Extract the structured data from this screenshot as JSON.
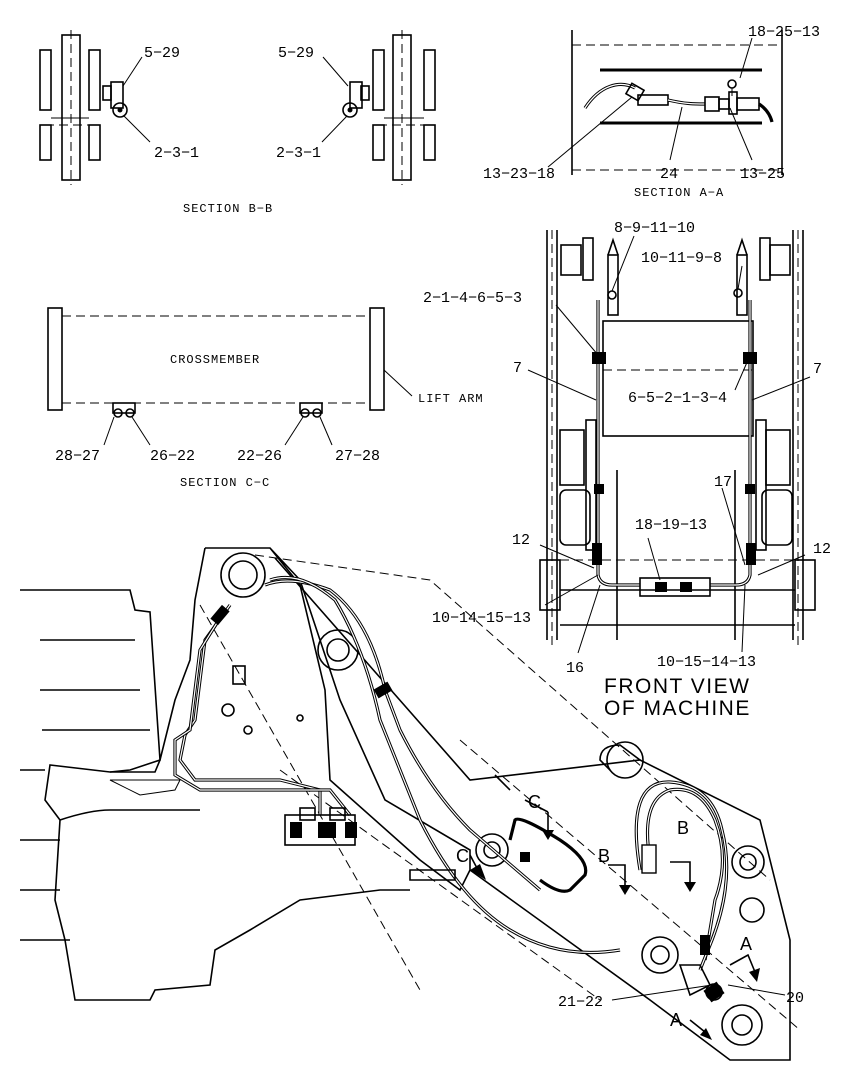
{
  "labels": {
    "bb_left_top": "5−29",
    "bb_left_bottom": "2−3−1",
    "bb_right_top": "5−29",
    "bb_right_bottom": "2−3−1",
    "aa_top_right": "18−25−13",
    "aa_bottom_left": "13−23−18",
    "aa_bottom_mid": "24",
    "aa_bottom_right": "13−25",
    "fv_top1": "8−9−11−10",
    "fv_top2": "10−11−9−8",
    "fv_left_clamp": "2−1−4−6−5−3",
    "fv_right_clamp": "6−5−2−1−3−4",
    "fv_left_7": "7",
    "fv_right_7": "7",
    "fv_17": "17",
    "fv_18_19_13": "18−19−13",
    "fv_left_12": "12",
    "fv_right_12": "12",
    "fv_left_fitting": "10−14−15−13",
    "fv_16": "16",
    "fv_right_fitting": "10−15−14−13",
    "cc_left_a": "28−27",
    "cc_left_b": "26−22",
    "cc_right_a": "22−26",
    "cc_right_b": "27−28",
    "cc_lift_arm": "LIFT ARM",
    "cc_crossmember": "CROSSMEMBER",
    "main_21_22": "21−22",
    "main_20": "20"
  },
  "captions": {
    "section_bb": "SECTION B−B",
    "section_aa": "SECTION A−A",
    "section_cc": "SECTION C−C",
    "front_view_line1": "FRONT VIEW",
    "front_view_line2": "OF MACHINE"
  },
  "section_letters": {
    "c1": "C",
    "c2": "C",
    "b1": "B",
    "b2": "B",
    "a1": "A",
    "a2": "A"
  }
}
